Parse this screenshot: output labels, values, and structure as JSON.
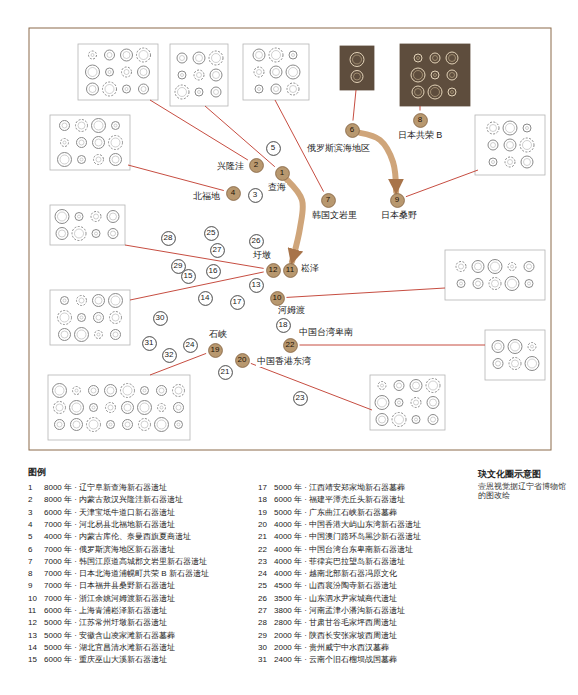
{
  "diagram": {
    "title": "玦文化圈示意图",
    "caption": "壹恩视觉据辽宁省博物馆的图改绘",
    "nodes": [
      {
        "text": [
          "1",
          "查海"
        ]
      },
      {
        "text": [
          "2",
          "兴隆洼"
        ]
      },
      {
        "text": [
          "3"
        ]
      },
      {
        "text": [
          "4",
          "北福地"
        ]
      },
      {
        "text": [
          "5"
        ]
      },
      {
        "text": [
          "6",
          "俄罗斯滨海地区"
        ]
      },
      {
        "text": [
          "7",
          "韩国文岩里"
        ]
      },
      {
        "text": [
          "8",
          "日本共荣 B"
        ]
      },
      {
        "text": [
          "9",
          "日本桑野"
        ]
      },
      {
        "text": [
          "10",
          "河姆渡"
        ]
      },
      {
        "text": [
          "11",
          "崧泽"
        ]
      },
      {
        "text": [
          "12",
          "圩墩"
        ]
      },
      {
        "text": [
          "13"
        ]
      },
      {
        "text": [
          "14"
        ]
      },
      {
        "text": [
          "15"
        ]
      },
      {
        "text": [
          "16"
        ]
      },
      {
        "text": [
          "17"
        ]
      },
      {
        "text": [
          "18"
        ]
      },
      {
        "text": [
          "19",
          "石峡"
        ]
      },
      {
        "text": [
          "20",
          "中国香港东湾"
        ]
      },
      {
        "text": [
          "21"
        ]
      },
      {
        "text": [
          "22",
          "中国台湾卑南"
        ]
      },
      {
        "text": [
          "23"
        ]
      },
      {
        "text": [
          "24"
        ]
      },
      {
        "text": [
          "25"
        ]
      },
      {
        "text": [
          "26"
        ]
      },
      {
        "text": [
          "27"
        ]
      },
      {
        "text": [
          "28"
        ]
      },
      {
        "text": [
          "29"
        ]
      },
      {
        "text": [
          "30"
        ]
      },
      {
        "text": [
          "31"
        ]
      },
      {
        "text": [
          "32"
        ]
      }
    ],
    "edges": [
      {
        "from": 0,
        "to": 10,
        "arrow": "to"
      },
      {
        "from": 5,
        "to": 8,
        "arrow": "to"
      }
    ],
    "labels": [
      "图例",
      "1",
      "8000 年 · 辽宁阜新查海新石器遗址",
      "2",
      "8000 年 · 内蒙古敖汉兴隆洼新石器遗址",
      "3",
      "6000 年 · 天津宝坻牛道口新石器遗址",
      "4",
      "7000 年 · 河北易县北福地新石器遗址",
      "5",
      "4000 年 · 内蒙古库伦、奈曼西旗夏商遗址",
      "6",
      "7000 年 · 俄罗斯滨海地区新石器遗址",
      "7",
      "7000 年 · 韩国江原道高城郡文岩里新石器遗址",
      "8",
      "7000 年 · 日本北海道浦幌町共荣 B 新石器遗址",
      "9",
      "7000 年 · 日本福井县桑野新石器遗址",
      "10",
      "7000 年 · 浙江余姚河姆渡新石器遗址",
      "11",
      "6000 年 · 上海青浦崧泽新石器遗址",
      "12",
      "5000 年 · 江苏常州圩墩新石器遗址",
      "13",
      "5000 年 · 安徽含山凌家滩新石器墓葬",
      "14",
      "5000 年 · 湖北宜昌清水滩新石器遗址",
      "15",
      "6000 年 · 重庆巫山大溪新石器遗址",
      "17",
      "5000 年 · 江西靖安郑家坳新石器墓葬",
      "18",
      "6000 年 · 福建平潭壳丘头新石器遗址",
      "19",
      "5000 年 · 广东曲江石峡新石器墓葬",
      "20",
      "4000 年 · 中国香港大屿山东湾新石器遗址",
      "21",
      "4000 年 · 中国澳门路环岛黑沙新石器遗址",
      "22",
      "4000 年 · 中国台湾台东卑南新石器遗址",
      "23",
      "4000 年 · 菲律宾巴拉望岛新石器遗址",
      "24",
      "4000 年 · 越南北部新石器冯原文化",
      "25",
      "4500 年 · 山西襄汾陶寺新石器遗址",
      "26",
      "3500 年 · 山东泗水尹家城商代遗址",
      "27",
      "3800 年 · 河南孟津小潘沟新石器遗址",
      "28",
      "2800 年 · 甘肃甘谷毛家坪西周遗址",
      "29",
      "2000 年 · 陕西长安张家坡西周遗址",
      "30",
      "2000 年 · 贵州威宁中水西汉墓葬",
      "31",
      "2400 年 · 云南个旧石榴坝战国墓葬"
    ]
  }
}
